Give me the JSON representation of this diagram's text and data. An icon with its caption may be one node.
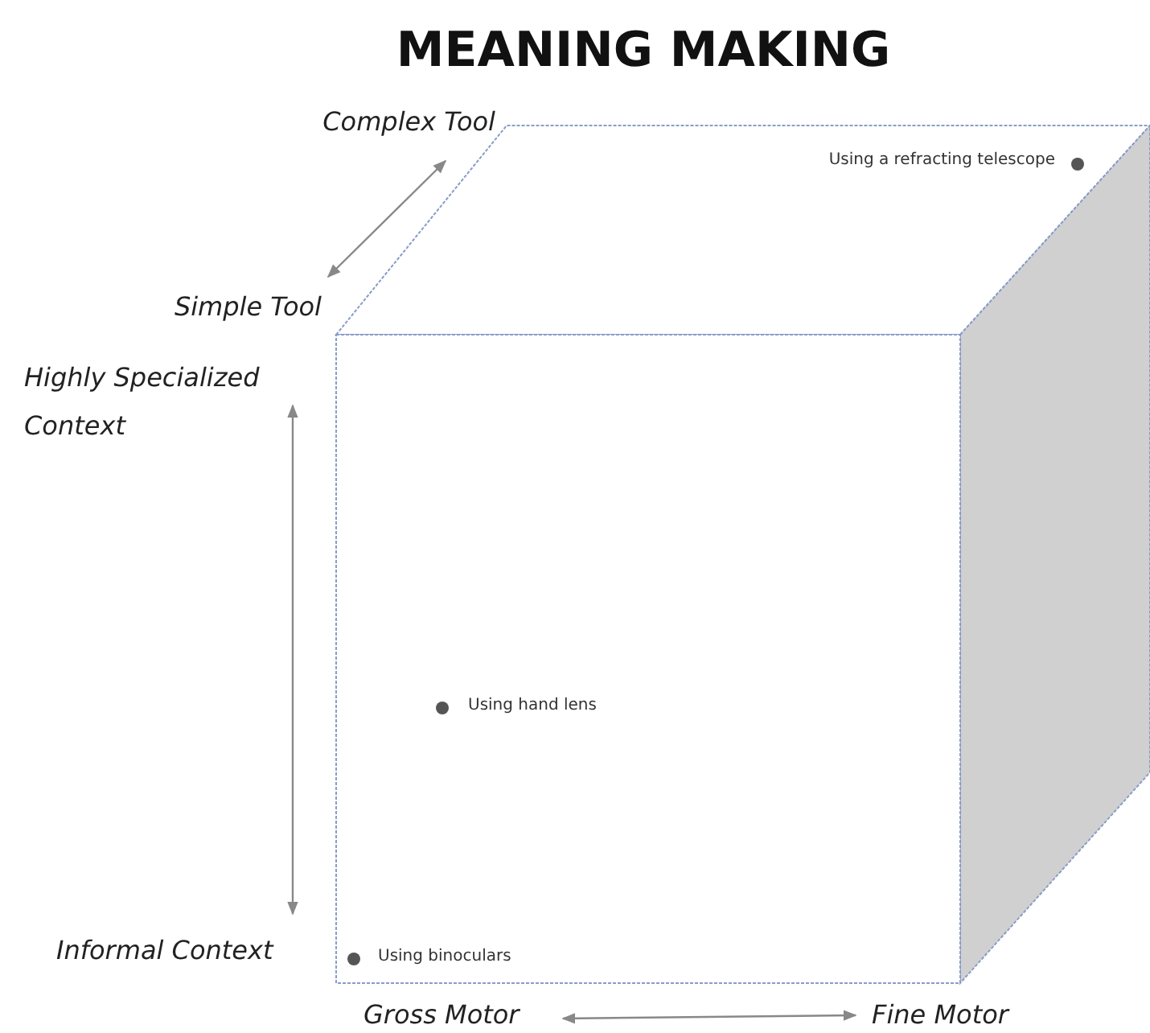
{
  "diagram": {
    "title": "MEANING MAKING",
    "labels": [
      "Complex Tool",
      "Using a refracting telescope",
      "Simple Tool",
      "Highly Specialized Context",
      "Using hand lens",
      "Informal Context",
      "Using binoculars",
      "Gross Motor",
      "Fine Motor"
    ]
  }
}
